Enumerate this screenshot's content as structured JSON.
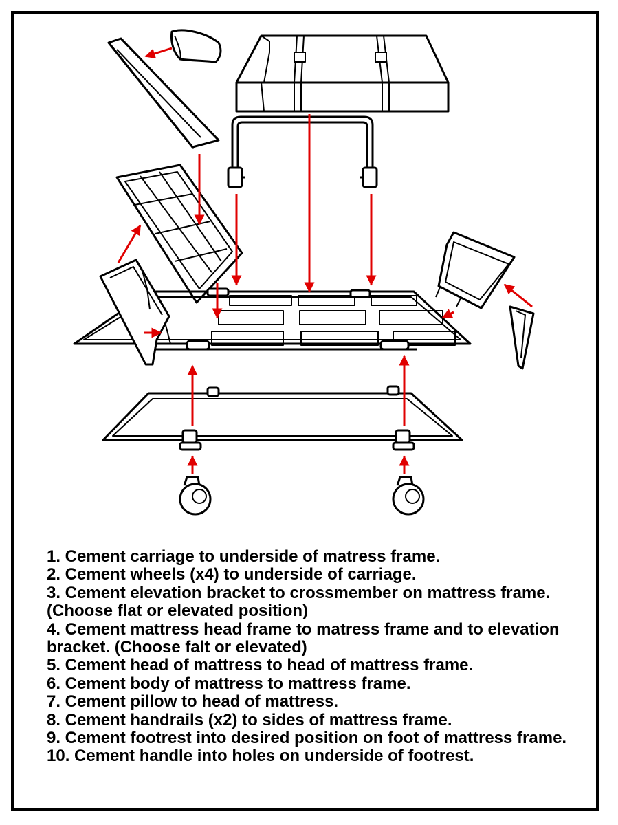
{
  "colors": {
    "line": "#000000",
    "arrow": "#e00000",
    "background": "#ffffff"
  },
  "instructions": [
    "1. Cement carriage to underside of matress frame.",
    "2. Cement wheels (x4) to underside of carriage.",
    "3. Cement elevation bracket to crossmember on mattress frame. (Choose flat or elevated position)",
    "4. Cement mattress head frame to matress frame and to elevation bracket. (Choose falt or elevated)",
    "5. Cement head of mattress to head of mattress frame.",
    "6. Cement body of mattress to mattress frame.",
    "7. Cement pillow to head of mattress.",
    "8. Cement handrails (x2) to sides of mattress frame.",
    "9. Cement footrest into desired position on foot of mattress frame.",
    "10. Cement handle into holes on underside of footrest."
  ]
}
